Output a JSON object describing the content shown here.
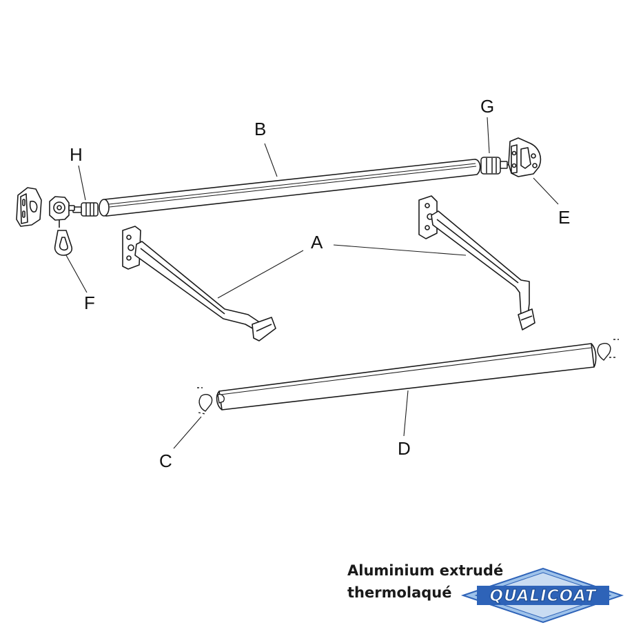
{
  "callouts": {
    "A": "A",
    "B": "B",
    "C": "C",
    "D": "D",
    "E": "E",
    "F": "F",
    "G": "G",
    "H": "H"
  },
  "caption": {
    "line1": "Aluminium extrudé",
    "line2": "thermolaqué"
  },
  "logo": {
    "text": "QUALICOAT",
    "color_primary": "#2e63b8",
    "color_light": "#9ec2ea"
  },
  "colors": {
    "line": "#1a1a1a",
    "background": "#ffffff"
  }
}
